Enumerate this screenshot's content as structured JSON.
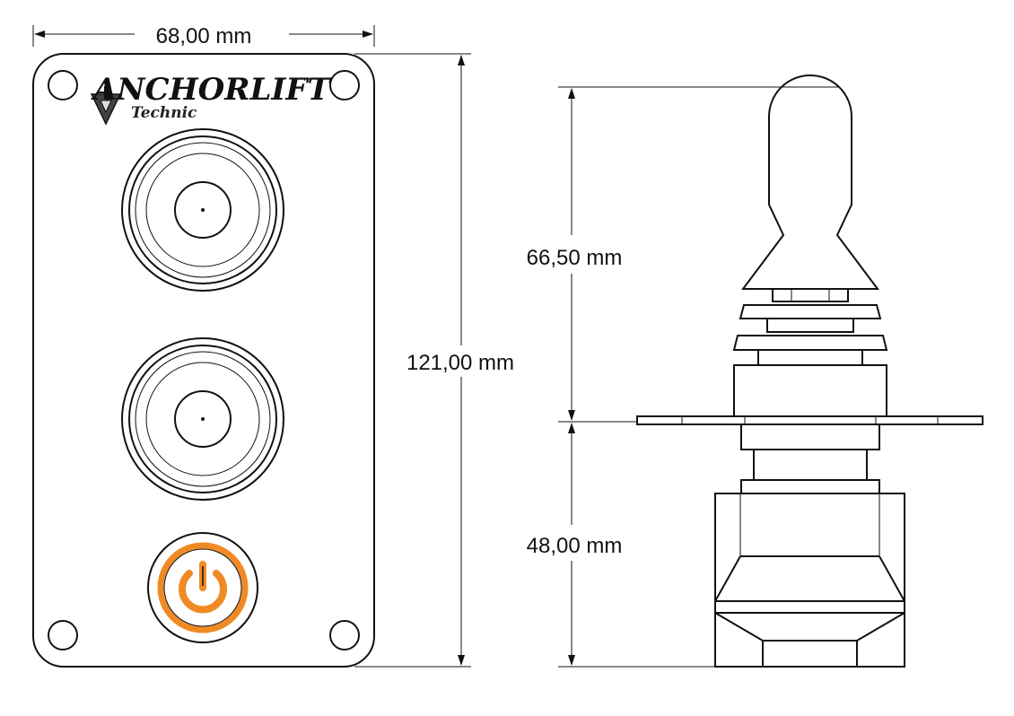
{
  "dimensions": {
    "panel_width": "68,00 mm",
    "panel_height": "121,00 mm",
    "joystick_upper": "66,50 mm",
    "joystick_lower": "48,00 mm"
  },
  "logo": {
    "brand": "ANCHORLIFT",
    "trademark": "™",
    "subtitle": "Technic"
  },
  "colors": {
    "power_accent": "#F08A24",
    "line": "#111111"
  },
  "icons": {
    "power_button": "power-icon",
    "logo_emblem": "anchor-emblem-icon"
  }
}
